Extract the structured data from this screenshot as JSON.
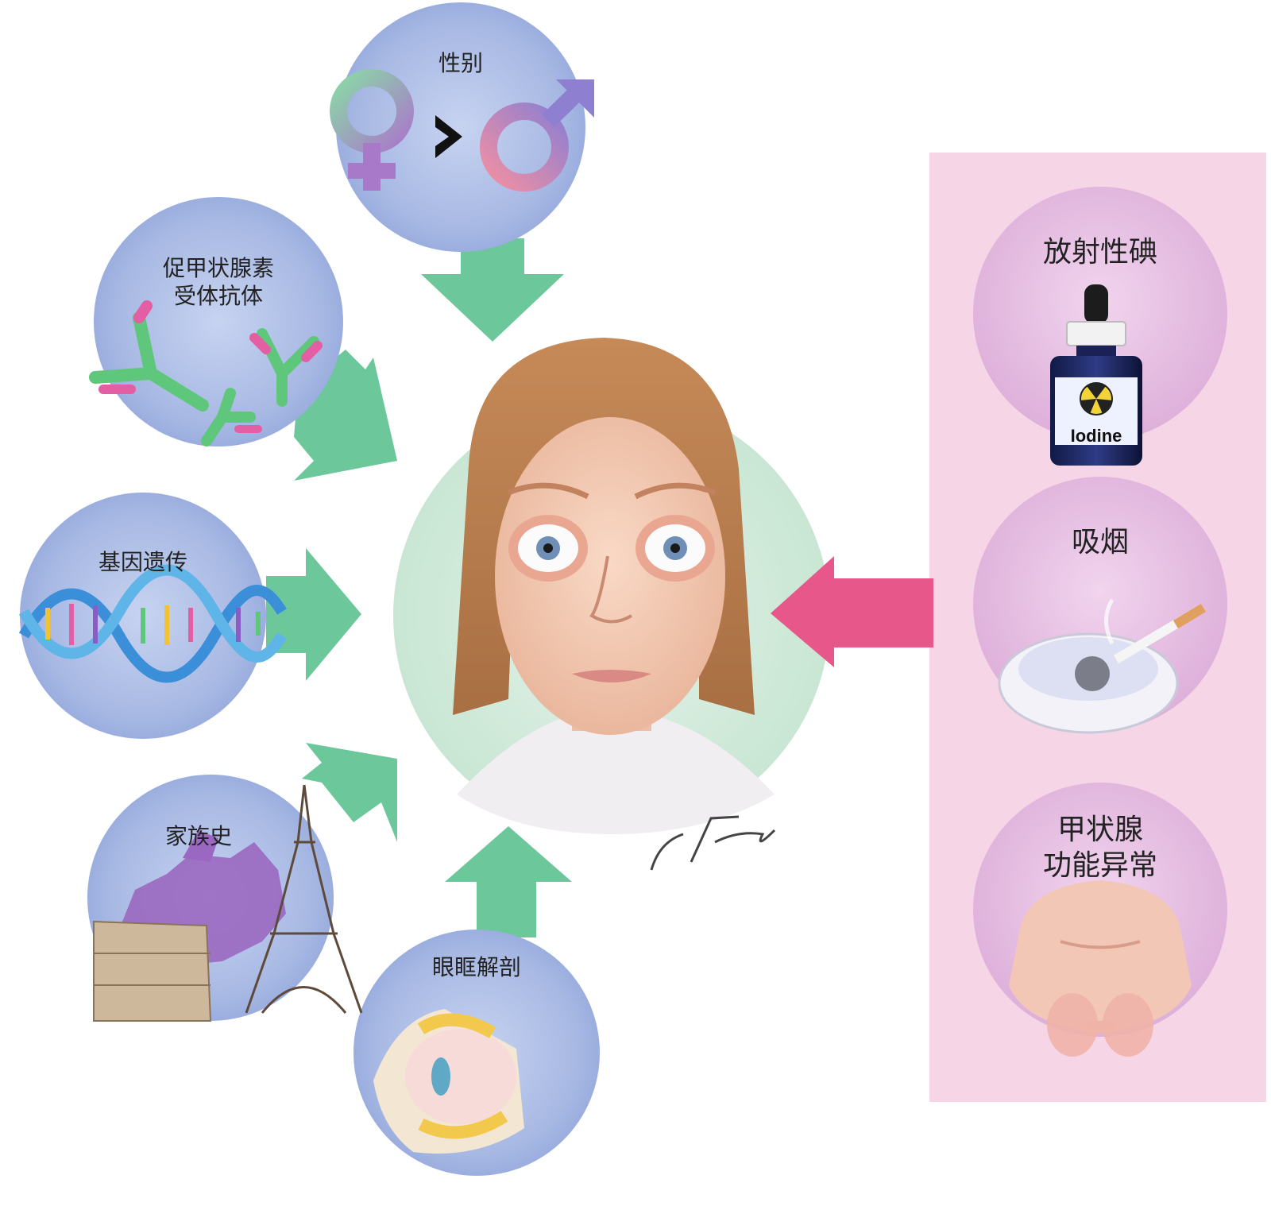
{
  "factors": {
    "gender": {
      "label": "性别"
    },
    "tsh_antibody": {
      "line1": "促甲状腺素",
      "line2": "受体抗体"
    },
    "genetics": {
      "label": "基因遗传"
    },
    "family_history": {
      "label": "家族史"
    },
    "orbital_anatomy": {
      "label": "眼眶解剖"
    }
  },
  "environmental": {
    "radioiodine": {
      "label": "放射性碘",
      "bottle_label": "Iodine"
    },
    "smoking": {
      "label": "吸烟"
    },
    "thyroid": {
      "line1": "甲状腺",
      "line2": "功能异常"
    }
  },
  "signature": "R. Flewell",
  "colors": {
    "factor_circle": "#9fb3e0",
    "arrow_green": "#6cc79a",
    "arrow_pink": "#e8578a",
    "panel_pink": "#f6d6e6",
    "env_circle": "#e4b3de",
    "center_circle": "#d2ebdc"
  }
}
